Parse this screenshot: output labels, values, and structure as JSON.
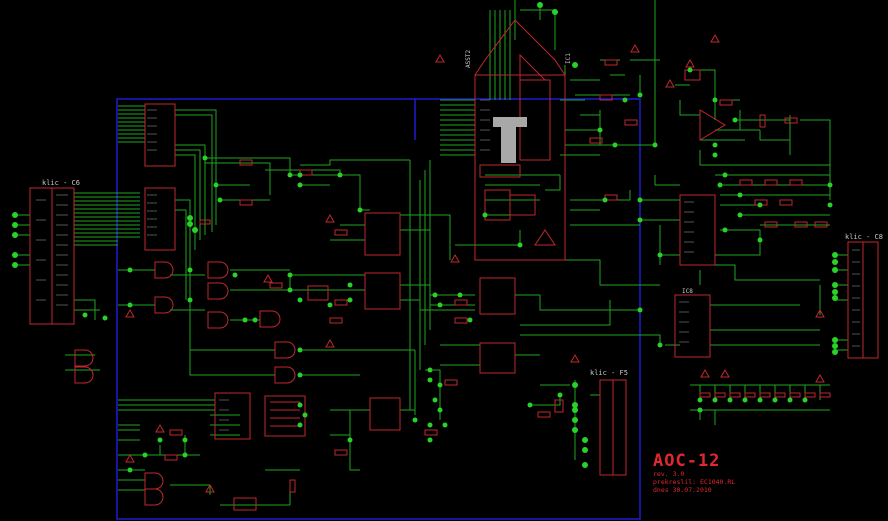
{
  "schematic": {
    "background": "#000000",
    "colors": {
      "wire": "#1fa51f",
      "component": "#c0282e",
      "junction": "#28d228",
      "frame": "#1c1cd2",
      "pad": "#a8a8a8",
      "label": "#c8c8c8"
    },
    "labels": {
      "klic_c6": "klic - C6",
      "klic_c8": "klic - C8",
      "klic_f5": "klic - F5",
      "ic1": "IC1",
      "asst2": "ASST2",
      "ic8": "IC8"
    },
    "title_block": {
      "title": "AOC-12",
      "rev": "rev. 3.0",
      "drawn_by": "prekreslil: EC1040.RL",
      "date": "dnes 30.07.2010"
    }
  }
}
